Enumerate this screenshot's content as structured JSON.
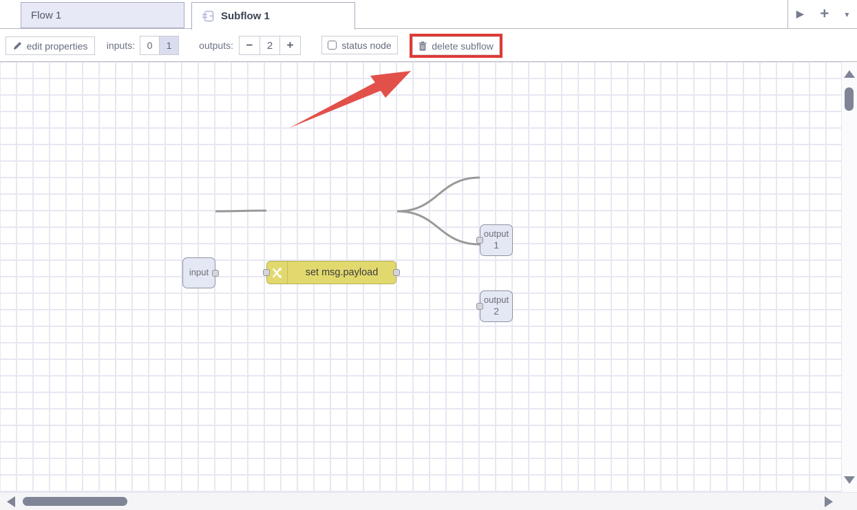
{
  "tabbar": {
    "tabs": [
      {
        "label": "Flow 1"
      },
      {
        "label": "Subflow 1"
      }
    ],
    "controls": {
      "next_glyph": "▶",
      "add_glyph": "+",
      "menu_glyph": "▾"
    }
  },
  "toolbar": {
    "edit_properties_label": "edit properties",
    "inputs_label": "inputs:",
    "inputs_option_0": "0",
    "inputs_option_1": "1",
    "inputs_selected": "1",
    "outputs_label": "outputs:",
    "outputs_minus_glyph": "−",
    "outputs_value": "2",
    "outputs_plus_glyph": "+",
    "status_node_label": "status node",
    "status_node_checked": false,
    "delete_subflow_label": "delete subflow"
  },
  "canvas": {
    "nodes": {
      "input": {
        "label": "input"
      },
      "change": {
        "label": "set msg.payload"
      },
      "output1": {
        "label": "output",
        "number": "1"
      },
      "output2": {
        "label": "output",
        "number": "2"
      }
    }
  },
  "colors": {
    "change_node_fill": "#e2d96e",
    "change_node_border": "#b7af55",
    "subflow_node_fill": "#e4e8f4",
    "wire": "#999999",
    "annotation_red": "#dc3b36",
    "grid_line": "#e7e7f3",
    "scrollbar": "#7f8596",
    "inactive_tab_fill": "#e7eaf6"
  }
}
